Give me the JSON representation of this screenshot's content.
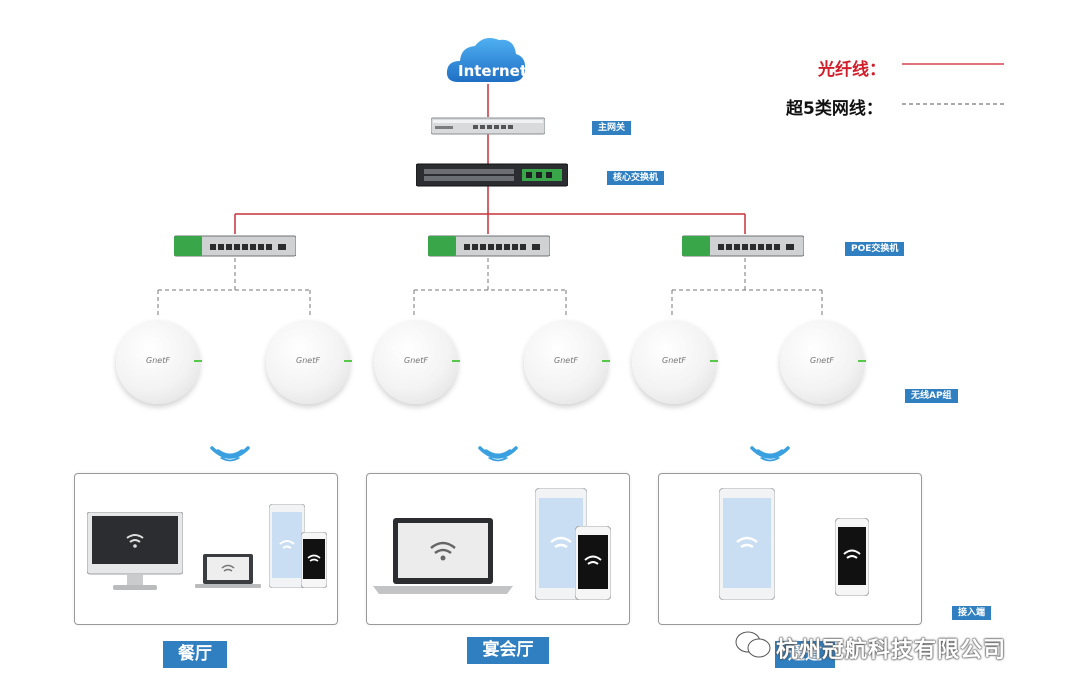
{
  "cloud": {
    "label": "Internet"
  },
  "legend": {
    "fiber_label": "光纤线：",
    "fiber_color": "#d11f2b",
    "cat5_label": "超5类网线：",
    "cat5_color": "#555555"
  },
  "layers": {
    "gateway": "主网关",
    "core_switch": "核心交换机",
    "poe_switch": "POE交换机",
    "ap_group": "无线AP组",
    "access": "接入端"
  },
  "ap_brand": "GnetF",
  "areas": [
    {
      "name": "餐厅"
    },
    {
      "name": "宴会厅"
    },
    {
      "name": "通道"
    }
  ],
  "watermark": "杭州冠航科技有限公司",
  "colors": {
    "accent": "#2f7fc1",
    "wifi": "#3aa0e0",
    "switch_green": "#3aa64a"
  }
}
